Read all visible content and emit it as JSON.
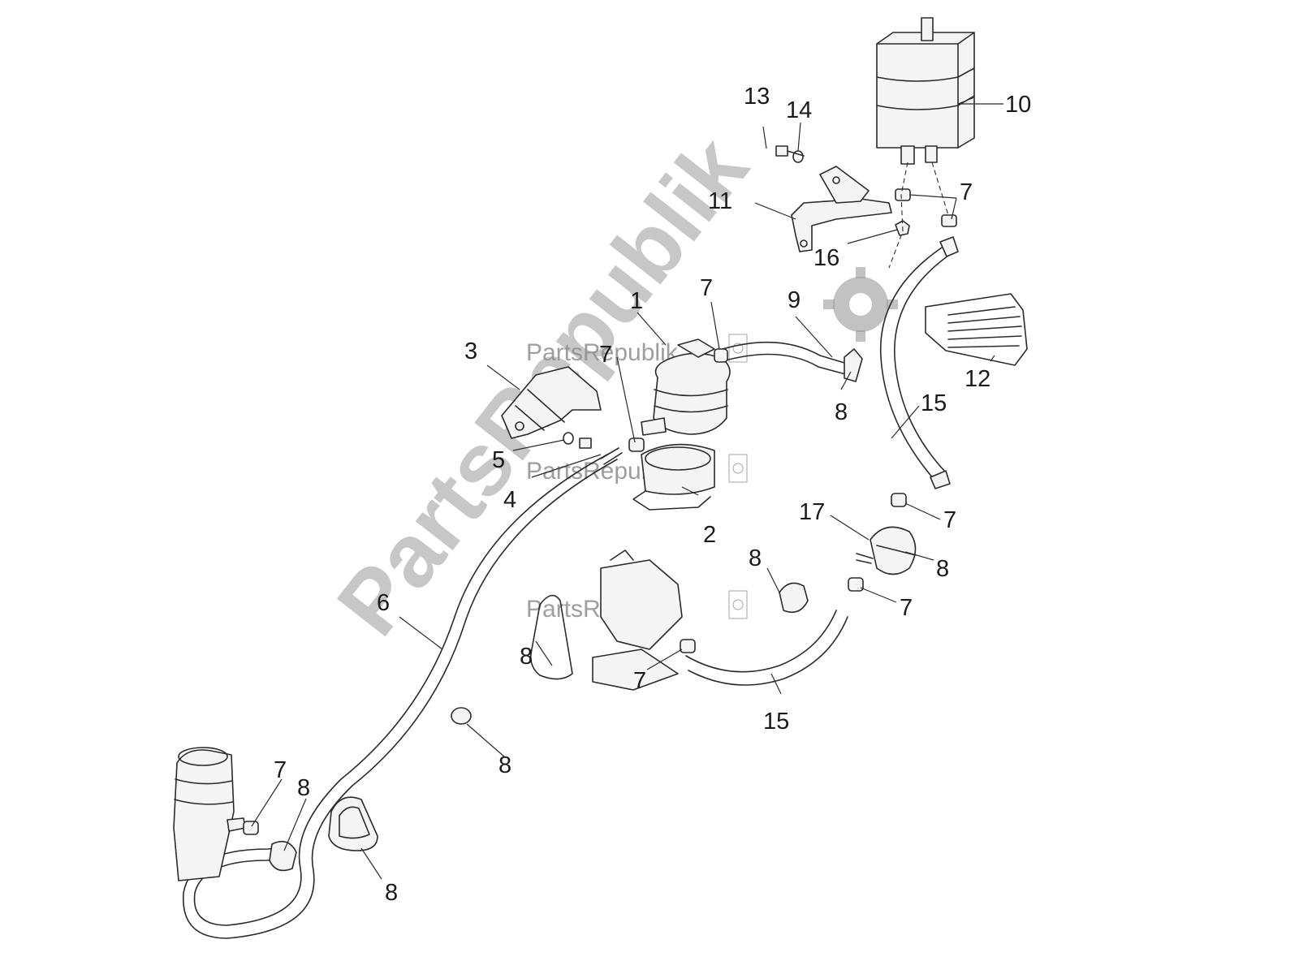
{
  "watermark": {
    "diagonal_text": "PartsRepublik",
    "small_text": "PartsRepublik"
  },
  "callouts": [
    {
      "id": "c1",
      "label": "1"
    },
    {
      "id": "c2",
      "label": "2"
    },
    {
      "id": "c3",
      "label": "3"
    },
    {
      "id": "c4",
      "label": "4"
    },
    {
      "id": "c5",
      "label": "5"
    },
    {
      "id": "c6",
      "label": "6"
    },
    {
      "id": "c7a",
      "label": "7"
    },
    {
      "id": "c7b",
      "label": "7"
    },
    {
      "id": "c7c",
      "label": "7"
    },
    {
      "id": "c7d",
      "label": "7"
    },
    {
      "id": "c7e",
      "label": "7"
    },
    {
      "id": "c7f",
      "label": "7"
    },
    {
      "id": "c7g",
      "label": "7"
    },
    {
      "id": "c8a",
      "label": "8"
    },
    {
      "id": "c8b",
      "label": "8"
    },
    {
      "id": "c8c",
      "label": "8"
    },
    {
      "id": "c8d",
      "label": "8"
    },
    {
      "id": "c8e",
      "label": "8"
    },
    {
      "id": "c8f",
      "label": "8"
    },
    {
      "id": "c8g",
      "label": "8"
    },
    {
      "id": "c9",
      "label": "9"
    },
    {
      "id": "c10",
      "label": "10"
    },
    {
      "id": "c11",
      "label": "11"
    },
    {
      "id": "c12",
      "label": "12"
    },
    {
      "id": "c13",
      "label": "13"
    },
    {
      "id": "c14",
      "label": "14"
    },
    {
      "id": "c15a",
      "label": "15"
    },
    {
      "id": "c15b",
      "label": "15"
    },
    {
      "id": "c16",
      "label": "16"
    },
    {
      "id": "c17",
      "label": "17"
    }
  ]
}
